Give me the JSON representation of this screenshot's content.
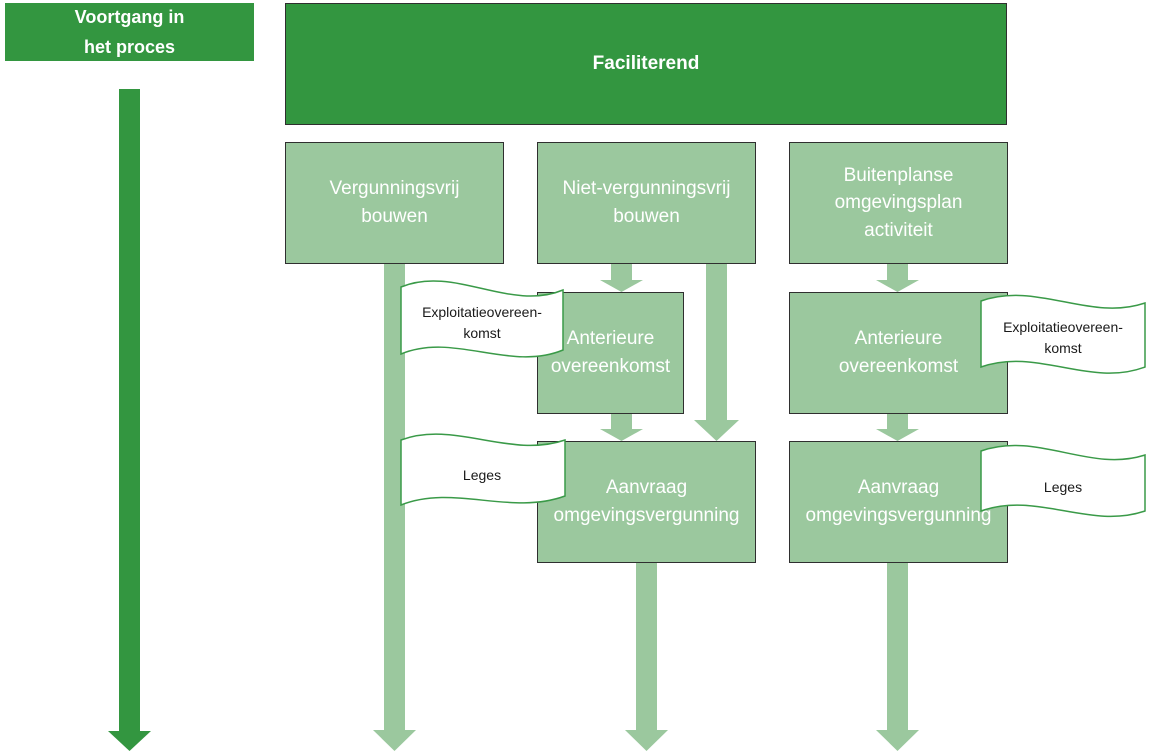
{
  "progress": {
    "label": "Voortgang in\nhet proces"
  },
  "top_box": {
    "label": "Faciliterend"
  },
  "columns": [
    {
      "label": "Vergunningsvrij\nbouwen"
    },
    {
      "label": "Niet-vergunningsvrij\nbouwen"
    },
    {
      "label": "Buitenplanse\nomgevingsplan\nactiviteit"
    }
  ],
  "steps": {
    "anterieure_1": "Anterieure\novereenkomst",
    "anterieure_2": "Anterieure\novereenkomst",
    "aanvraag_1": "Aanvraag\nomgevingsvergunning",
    "aanvraag_2": "Aanvraag\nomgevingsvergunning"
  },
  "flags": {
    "exploitatie_1": "Exploitatieovereen-\nkomst",
    "exploitatie_2": "Exploitatieovereen-\nkomst",
    "leges_1": "Leges",
    "leges_2": "Leges"
  },
  "colors": {
    "dark_green": "#339640",
    "light_green": "#9bc89e",
    "flag_stroke": "#3a9a48"
  }
}
